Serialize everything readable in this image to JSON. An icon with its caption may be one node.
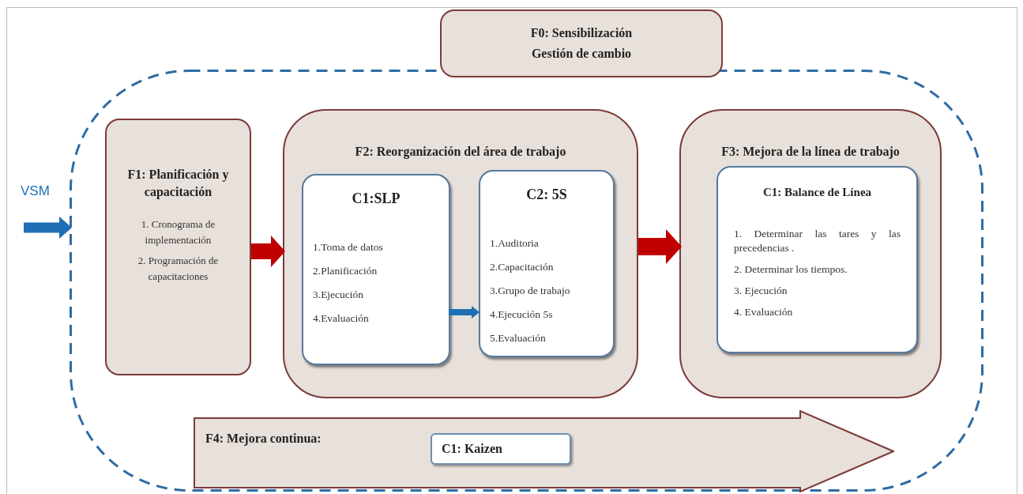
{
  "diagram": {
    "nodes": [
      {
        "text": [
          "F0: Sensibilización",
          "Gestión de cambio"
        ]
      },
      {
        "text": [],
        "shape": "box"
      },
      {
        "text": [
          "VSM"
        ]
      },
      {
        "text": [
          "F1:  Planificación y capacitación",
          "1. Cronograma de implementación",
          "2. Programación de capacitaciones"
        ],
        "in": 1
      },
      {
        "text": [
          "F2: Reorganización del área de trabajo"
        ],
        "in": 1
      },
      {
        "text": [
          "C1:SLP",
          "1.Toma de datos",
          "2.Planificación",
          "3.Ejecución",
          "4.Evaluación"
        ],
        "in": 4
      },
      {
        "text": [
          "C2: 5S",
          "1.Auditoria",
          "2.Capacitación",
          "3.Grupo de trabajo",
          "4.Ejecución 5s",
          "5.Evaluación"
        ],
        "in": 4
      },
      {
        "text": [
          "F3: Mejora de la línea de trabajo"
        ],
        "in": 1
      },
      {
        "text": [
          "C1: Balance de Línea",
          "1. Determinar las tares y las precedencias .",
          "2. Determinar los tiempos.",
          "3. Ejecución",
          "4. Evaluación"
        ],
        "in": 7
      },
      {
        "text": [
          "F4: Mejora continua:"
        ],
        "in": 1
      },
      {
        "text": [
          "C1: Kaizen"
        ],
        "in": 9
      }
    ],
    "edges": [
      {
        "from": 2,
        "to": 1,
        "arrow": "to",
        "color": "#1f6fb5"
      },
      {
        "from": 3,
        "to": 4,
        "arrow": "to",
        "color": "#c00000"
      },
      {
        "from": 5,
        "to": 6,
        "arrow": "to",
        "color": "#1f6fb5"
      },
      {
        "from": 4,
        "to": 7,
        "arrow": "to",
        "color": "#c00000"
      }
    ]
  }
}
